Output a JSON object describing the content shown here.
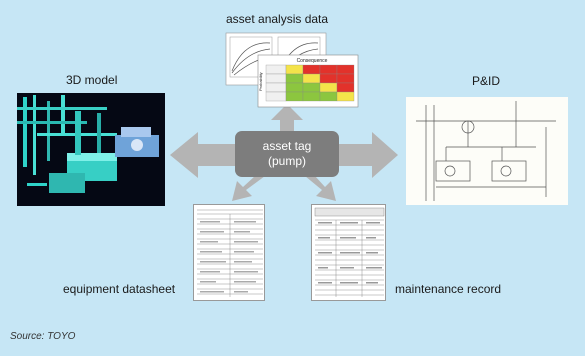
{
  "nodes": {
    "asset_analysis": "asset analysis data",
    "model_3d": "3D model",
    "pid": "P&ID",
    "datasheet": "equipment datasheet",
    "maintenance": "maintenance record"
  },
  "center": {
    "line1": "asset tag",
    "line2": "(pump)"
  },
  "risk_matrix": {
    "header": "Consequence",
    "row_label": "Probability"
  },
  "source": "Source: TOYO",
  "colors": {
    "background": "#c6e6f5",
    "arrow": "#b4b4b4",
    "center_box": "#7d7d7d",
    "matrix_green": "#8cc63f",
    "matrix_yellow": "#f4e34a",
    "matrix_red": "#e2322b"
  }
}
